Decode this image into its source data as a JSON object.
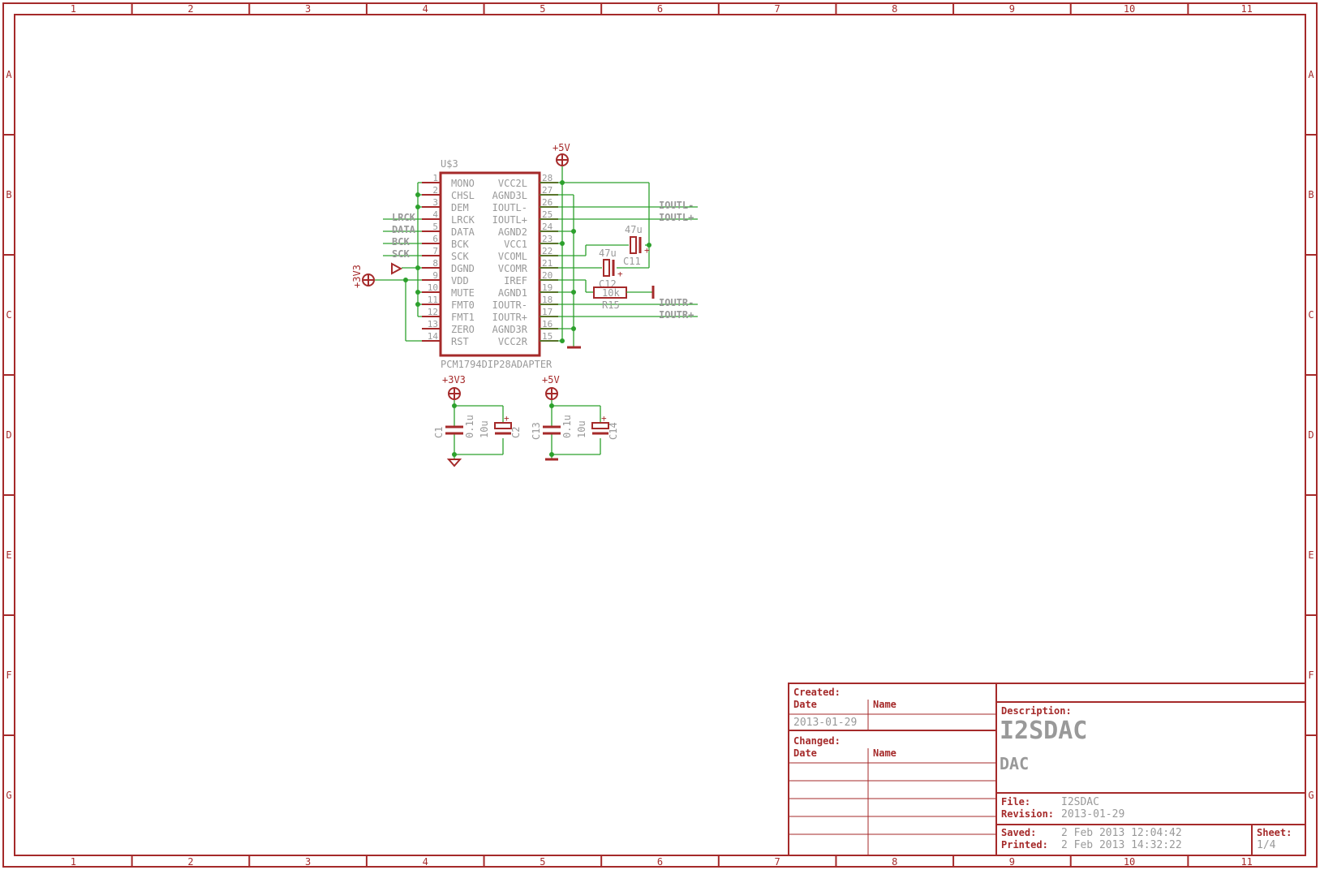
{
  "frame": {
    "columns": [
      "1",
      "2",
      "3",
      "4",
      "5",
      "6",
      "7",
      "8",
      "9",
      "10",
      "11"
    ],
    "rows": [
      "A",
      "B",
      "C",
      "D",
      "E",
      "F",
      "G"
    ]
  },
  "ic": {
    "name": "U$3",
    "value": "PCM1794DIP28ADAPTER",
    "left_pins": [
      {
        "num": "1",
        "name": "MONO"
      },
      {
        "num": "2",
        "name": "CHSL"
      },
      {
        "num": "3",
        "name": "DEM"
      },
      {
        "num": "4",
        "name": "LRCK"
      },
      {
        "num": "5",
        "name": "DATA"
      },
      {
        "num": "6",
        "name": "BCK"
      },
      {
        "num": "7",
        "name": "SCK"
      },
      {
        "num": "8",
        "name": "DGND"
      },
      {
        "num": "9",
        "name": "VDD"
      },
      {
        "num": "10",
        "name": "MUTE"
      },
      {
        "num": "11",
        "name": "FMT0"
      },
      {
        "num": "12",
        "name": "FMT1"
      },
      {
        "num": "13",
        "name": "ZERO"
      },
      {
        "num": "14",
        "name": "RST"
      }
    ],
    "right_pins": [
      {
        "num": "28",
        "name": "VCC2L"
      },
      {
        "num": "27",
        "name": "AGND3L"
      },
      {
        "num": "26",
        "name": "IOUTL-"
      },
      {
        "num": "25",
        "name": "IOUTL+"
      },
      {
        "num": "24",
        "name": "AGND2"
      },
      {
        "num": "23",
        "name": "VCC1"
      },
      {
        "num": "22",
        "name": "VCOML"
      },
      {
        "num": "21",
        "name": "VCOMR"
      },
      {
        "num": "20",
        "name": "IREF"
      },
      {
        "num": "19",
        "name": "AGND1"
      },
      {
        "num": "18",
        "name": "IOUTR-"
      },
      {
        "num": "17",
        "name": "IOUTR+"
      },
      {
        "num": "16",
        "name": "AGND3R"
      },
      {
        "num": "15",
        "name": "VCC2R"
      }
    ]
  },
  "nets": {
    "lrck": "LRCK",
    "data": "DATA",
    "bck": "BCK",
    "sck": "SCK",
    "ioutl_minus": "IOUTL-",
    "ioutl_plus": "IOUTL+",
    "ioutr_minus": "IOUTR-",
    "ioutr_plus": "IOUTR+"
  },
  "supplies": {
    "p5v_top": "+5V",
    "p3v3_left": "+3V3",
    "p3v3_bottom": "+3V3",
    "p5v_bottom": "+5V"
  },
  "components": {
    "c11": {
      "name": "C11",
      "value": "47u"
    },
    "c12": {
      "name": "C12",
      "value": "47u"
    },
    "r15": {
      "name": "R15",
      "value": "10k"
    },
    "c1": {
      "name": "C1",
      "value": "0.1u"
    },
    "c2": {
      "name": "C2",
      "value": "10u"
    },
    "c13": {
      "name": "C13",
      "value": "0.1u"
    },
    "c14": {
      "name": "C14",
      "value": "10u"
    }
  },
  "title_block": {
    "created_label": "Created:",
    "date_label": "Date",
    "name_label": "Name",
    "created_date": "2013-01-29",
    "changed_label": "Changed:",
    "changed_date_label": "Date",
    "changed_name_label": "Name",
    "description_label": "Description:",
    "title": "I2SDAC",
    "subtitle": "DAC",
    "file_label": "File:",
    "file_value": "I2SDAC",
    "revision_label": "Revision:",
    "revision_value": "2013-01-29",
    "saved_label": "Saved:",
    "saved_value": "2 Feb 2013 12:04:42",
    "printed_label": "Printed:",
    "printed_value": "2 Feb 2013 14:32:22",
    "sheet_label": "Sheet:",
    "sheet_value": "1/4"
  },
  "colors": {
    "frame": "#a52a2a",
    "wire": "#2ca02c",
    "text_grey": "#999999"
  }
}
